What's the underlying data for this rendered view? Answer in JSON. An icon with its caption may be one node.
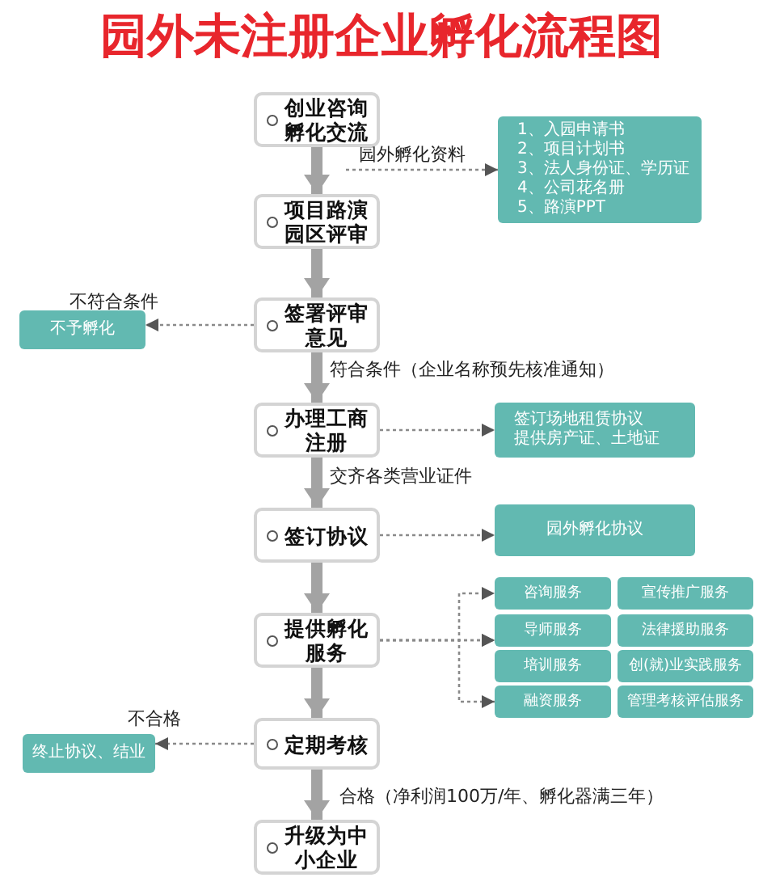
{
  "diagram": {
    "title": "园外未注册企业孵化流程图",
    "nodes": [
      {
        "text": [
          "创业咨询孵化交流"
        ]
      },
      {
        "text": [
          "1、入园申请书",
          "2、项目计划书",
          "3、法人身份证、学历证",
          "4、公司花名册",
          "5、路演PPT"
        ]
      },
      {
        "text": [
          "项目路演园区评审"
        ]
      },
      {
        "text": [
          "不予孵化"
        ]
      },
      {
        "text": [
          "签署评审意见"
        ]
      },
      {
        "text": [
          "办理工商注册"
        ]
      },
      {
        "text": [
          "签订场地租赁协议",
          "提供房产证、土地证"
        ]
      },
      {
        "text": [
          "签订协议"
        ]
      },
      {
        "text": [
          "园外孵化协议"
        ]
      },
      {
        "text": [
          "提供孵化服务"
        ]
      },
      {
        "text": [
          "咨询服务"
        ]
      },
      {
        "text": [
          "宣传推广服务"
        ]
      },
      {
        "text": [
          "导师服务"
        ]
      },
      {
        "text": [
          "法律援助服务"
        ]
      },
      {
        "text": [
          "培训服务"
        ]
      },
      {
        "text": [
          "创(就)业实践服务"
        ]
      },
      {
        "text": [
          "融资服务"
        ]
      },
      {
        "text": [
          "管理考核评估服务"
        ]
      },
      {
        "text": [
          "定期考核"
        ]
      },
      {
        "text": [
          "终止协议、结业"
        ]
      },
      {
        "text": [
          "升级为中小企业"
        ]
      }
    ],
    "edges": [
      {
        "from": 0,
        "to": 2,
        "arrow": "to",
        "style": "thick"
      },
      {
        "from": null,
        "to": 1,
        "arrow": "to",
        "label": "园外孵化资料",
        "style": "dashed"
      },
      {
        "from": 2,
        "to": 4,
        "arrow": "to",
        "style": "thick"
      },
      {
        "from": 4,
        "to": 3,
        "arrow": "to",
        "label": "不符合条件",
        "style": "dashed"
      },
      {
        "from": 4,
        "to": 5,
        "arrow": "to",
        "label": "符合条件（企业名称预先核准通知）",
        "style": "thick"
      },
      {
        "from": 5,
        "to": 6,
        "arrow": "to",
        "style": "dashed"
      },
      {
        "from": 5,
        "to": 7,
        "arrow": "to",
        "label": "交齐各类营业证件",
        "style": "thick"
      },
      {
        "from": 7,
        "to": 8,
        "arrow": "to",
        "style": "dashed"
      },
      {
        "from": 7,
        "to": 9,
        "arrow": "to",
        "style": "thick"
      },
      {
        "from": 9,
        "to": 10,
        "arrow": "to",
        "style": "dashed"
      },
      {
        "from": 9,
        "to": 12,
        "arrow": "to",
        "style": "dashed"
      },
      {
        "from": 9,
        "to": 14,
        "arrow": "to",
        "style": "dashed"
      },
      {
        "from": 9,
        "to": 16,
        "arrow": "to",
        "style": "dashed"
      },
      {
        "from": 9,
        "to": 18,
        "arrow": "to",
        "style": "thick"
      },
      {
        "from": 18,
        "to": 19,
        "arrow": "to",
        "label": "不合格",
        "style": "dashed"
      },
      {
        "from": 18,
        "to": 20,
        "arrow": "to",
        "label": "合格（净利润100万/年、孵化器满三年）",
        "style": "thick"
      }
    ]
  }
}
